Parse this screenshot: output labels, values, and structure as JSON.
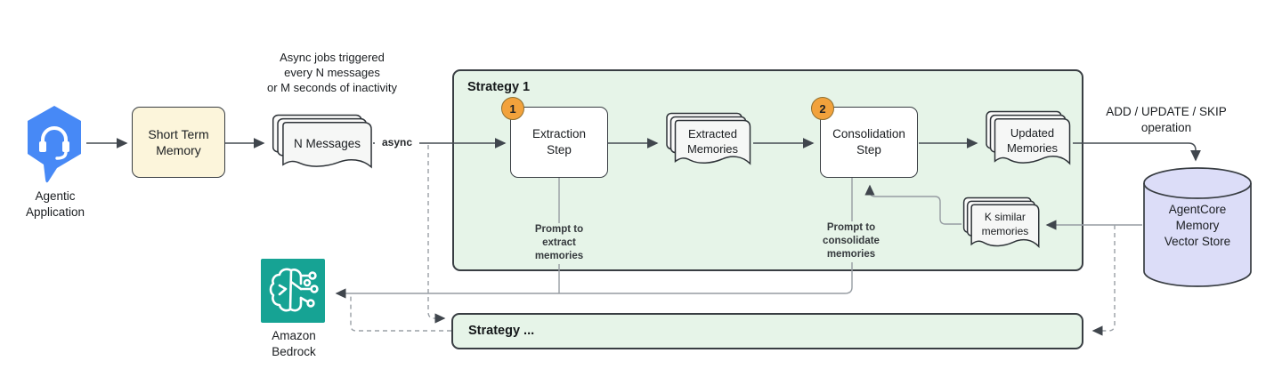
{
  "nodes": {
    "agentic": {
      "label": "Agentic\nApplication"
    },
    "short_term_memory": {
      "label": "Short Term\nMemory"
    },
    "async_note": {
      "text": "Async jobs triggered\nevery N messages\nor M seconds of inactivity"
    },
    "n_messages": {
      "label": "N Messages"
    },
    "async_edge": {
      "label": "async"
    },
    "strategy1": {
      "title": "Strategy 1",
      "extraction": {
        "badge": "1",
        "label": "Extraction\nStep"
      },
      "extracted": {
        "label": "Extracted\nMemories"
      },
      "consolidation": {
        "badge": "2",
        "label": "Consolidation\nStep"
      },
      "updated": {
        "label": "Updated\nMemories"
      },
      "k_similar": {
        "label": "K similar\nmemories"
      },
      "prompt_extract": {
        "label": "Prompt to\nextract\nmemories"
      },
      "prompt_consolidate": {
        "label": "Prompt to\nconsolidate\nmemories"
      }
    },
    "add_update_skip": {
      "label": "ADD / UPDATE / SKIP\noperation"
    },
    "vector_store": {
      "label": "AgentCore\nMemory\nVector Store"
    },
    "bedrock": {
      "label": "Amazon\nBedrock"
    },
    "strategy_more": {
      "title": "Strategy ..."
    }
  },
  "colors": {
    "strategy_fill": "#E6F4E8",
    "strategy_border": "#383D42",
    "short_term_fill": "#FCF5DB",
    "vector_store_fill": "#DCDDF8",
    "bedrock_teal": "#16A394",
    "agent_blue": "#4789F6",
    "badge_fill": "#F2A23C",
    "badge_border": "#8D6E2F",
    "wire_dark": "#454B52",
    "wire_gray": "#969CA2"
  }
}
